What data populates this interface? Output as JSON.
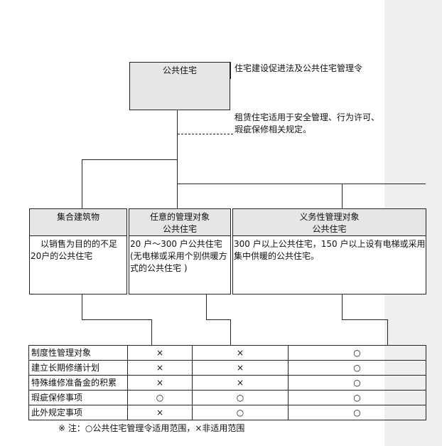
{
  "root": {
    "label": "公共住宅"
  },
  "notes": {
    "law": "住宅建设促进法及公共住宅管理令",
    "rental": "租赁住宅适用于安全管理、行为许可、瑕疵保修相关规定。"
  },
  "categories": [
    {
      "header_line1": "集合建筑物",
      "header_line2": "",
      "desc": "以销售为目的的不足20户的公共住宅"
    },
    {
      "header_line1": "任意的管理对象",
      "header_line2": "公共住宅",
      "desc": "20 户～300 户公共住宅(无电梯或采用个别供暖方式的公共住宅 )"
    },
    {
      "header_line1": "义务性管理对象",
      "header_line2": "公共住宅",
      "desc": "300 户以上公共住宅，150 户以上设有电梯或采用集中供暖的公共住宅。"
    }
  ],
  "table": {
    "rows": [
      {
        "label": "制度性管理对象",
        "marks": [
          "×",
          "×",
          "○"
        ]
      },
      {
        "label": "建立长期修缮计划",
        "marks": [
          "×",
          "×",
          "○"
        ]
      },
      {
        "label": "特殊维修准备金的积累",
        "marks": [
          "×",
          "×",
          "○"
        ]
      },
      {
        "label": "瑕疵保修事项",
        "marks": [
          "○",
          "○",
          "○"
        ]
      },
      {
        "label": "此外规定事项",
        "marks": [
          "×",
          "○",
          "○"
        ]
      }
    ]
  },
  "footnote": "※ 注：○公共住宅管理令适用范围，×非适用范围"
}
